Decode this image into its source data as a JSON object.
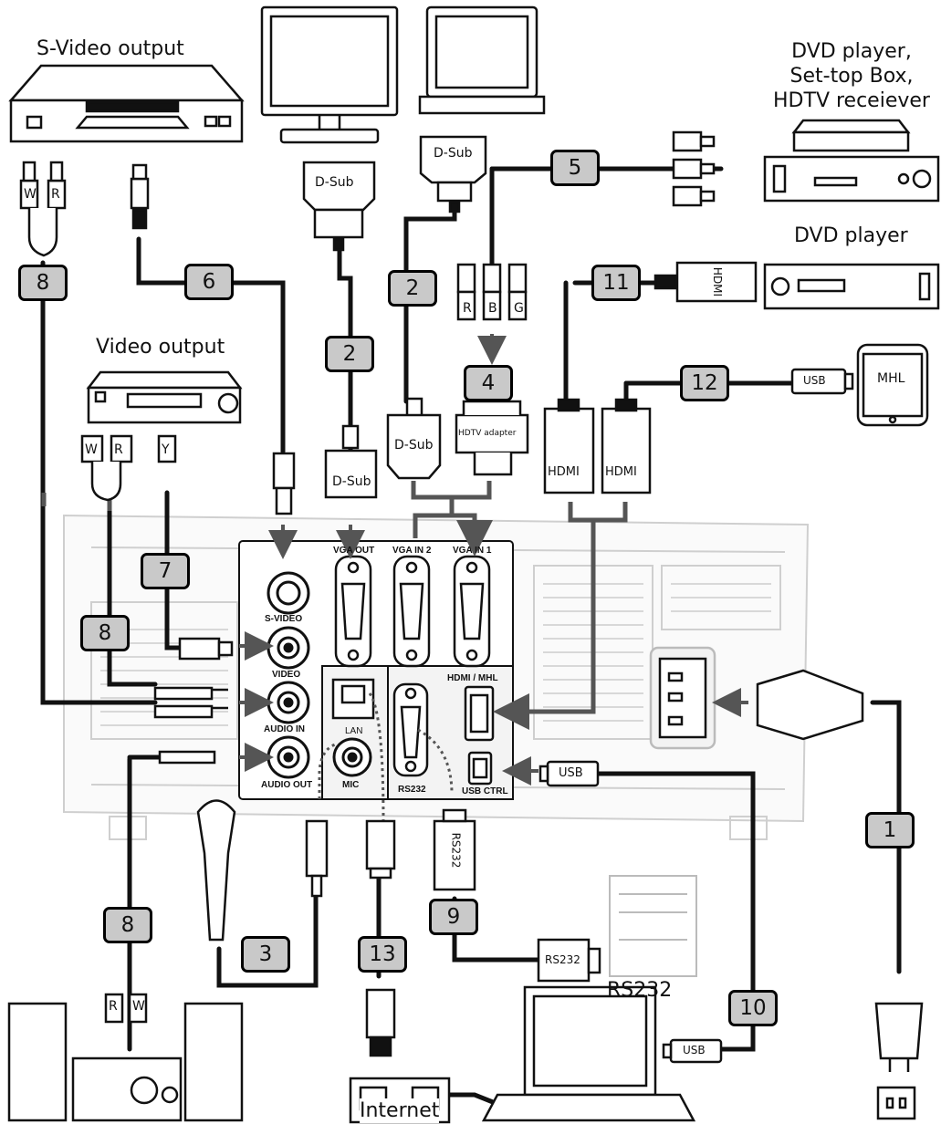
{
  "devices": {
    "svideo_output": "S-Video output",
    "video_output": "Video output",
    "dvd_settop_hdtv": [
      "DVD player,",
      "Set-top Box,",
      "HDTV receiever"
    ],
    "dvd_player": "DVD player",
    "internet": "Internet",
    "rs232_device": "RS232",
    "mhl_device": "MHL"
  },
  "callouts": [
    "1",
    "2",
    "2",
    "3",
    "4",
    "5",
    "6",
    "7",
    "8",
    "8",
    "8",
    "9",
    "10",
    "11",
    "12",
    "13"
  ],
  "connectors": {
    "dsub": "D-Sub",
    "hdtv_adapter": "HDTV adapter",
    "hdmi": "HDMI",
    "usb": "USB",
    "rs232": "RS232",
    "rgb": [
      "R",
      "B",
      "G"
    ],
    "audio_wr": [
      "W",
      "R"
    ],
    "audio_rw": [
      "R",
      "W"
    ],
    "video_y": "Y"
  },
  "ports": {
    "s_video": "S-VIDEO",
    "video": "VIDEO",
    "audio_in": "AUDIO IN",
    "audio_out": "AUDIO OUT",
    "mic": "MIC",
    "lan": "LAN",
    "vga_out": "VGA OUT",
    "vga_in2": "VGA IN 2",
    "vga_in1": "VGA IN 1",
    "rs232": "RS232",
    "usb_ctrl": "USB CTRL",
    "hdmi_mhl": "HDMI / MHL"
  }
}
